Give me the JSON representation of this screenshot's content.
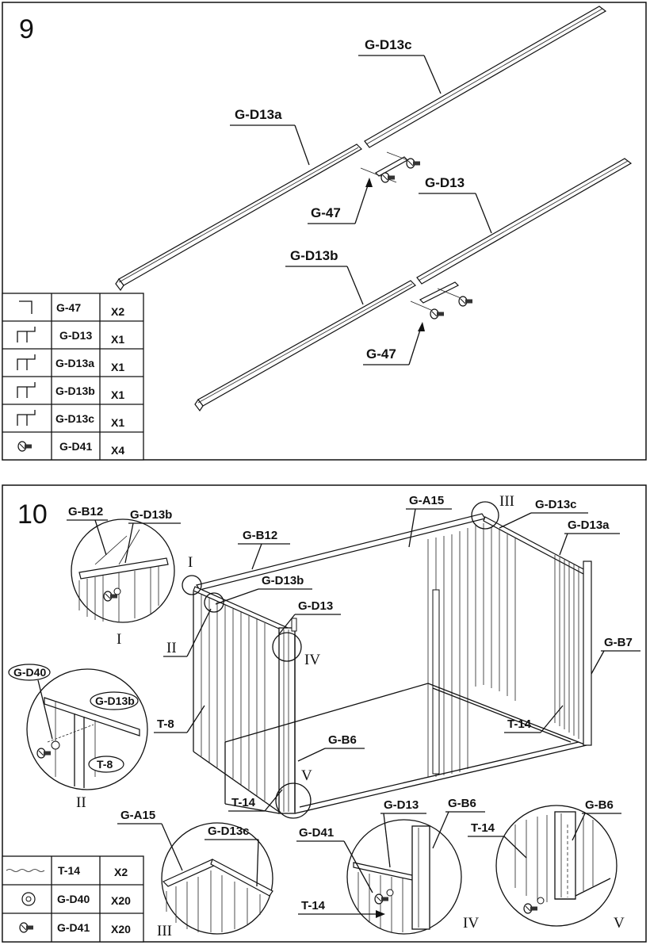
{
  "step9": {
    "number": "9",
    "labels": {
      "d13c": "G-D13c",
      "d13a": "G-D13a",
      "d13": "G-D13",
      "d13b": "G-D13b",
      "g47_upper": "G-47",
      "g47_lower": "G-47"
    },
    "parts": [
      {
        "part": "G-47",
        "qty": "X2",
        "icon": "bracket-icon"
      },
      {
        "part": "G-D13",
        "qty": "X1",
        "icon": "rail-profile-icon"
      },
      {
        "part": "G-D13a",
        "qty": "X1",
        "icon": "rail-profile-icon"
      },
      {
        "part": "G-D13b",
        "qty": "X1",
        "icon": "rail-profile-icon"
      },
      {
        "part": "G-D13c",
        "qty": "X1",
        "icon": "rail-profile-icon"
      },
      {
        "part": "G-D41",
        "qty": "X4",
        "icon": "screw-icon"
      }
    ]
  },
  "step10": {
    "number": "10",
    "labels": {
      "a15_top": "G-A15",
      "roman3_top": "III",
      "d13c_top": "G-D13c",
      "d13a_top": "G-D13a",
      "b12_main": "G-B12",
      "roman1_main": "I",
      "d13b_main": "G-D13b",
      "d13_main": "G-D13",
      "roman2_main": "II",
      "roman4_main": "IV",
      "b7": "G-B7",
      "t8_main": "T-8",
      "b6_main": "G-B6",
      "roman5_main": "V",
      "t14_right": "T-14",
      "t14_left": "T-14"
    },
    "detail_I": {
      "b12": "G-B12",
      "d13b": "G-D13b",
      "roman": "I"
    },
    "detail_II": {
      "d40": "G-D40",
      "d13b": "G-D13b",
      "t8": "T-8",
      "roman": "II"
    },
    "detail_III": {
      "a15": "G-A15",
      "d13c": "G-D13c",
      "roman": "III"
    },
    "detail_IV": {
      "d13": "G-D13",
      "b6": "G-B6",
      "d41": "G-D41",
      "t14": "T-14",
      "roman": "IV"
    },
    "detail_V": {
      "b6": "G-B6",
      "t14": "T-14",
      "roman": "V"
    },
    "parts": [
      {
        "part": "T-14",
        "qty": "X2",
        "icon": "tape-strip-icon"
      },
      {
        "part": "G-D40",
        "qty": "X20",
        "icon": "washer-icon"
      },
      {
        "part": "G-D41",
        "qty": "X20",
        "icon": "screw-icon"
      }
    ]
  }
}
